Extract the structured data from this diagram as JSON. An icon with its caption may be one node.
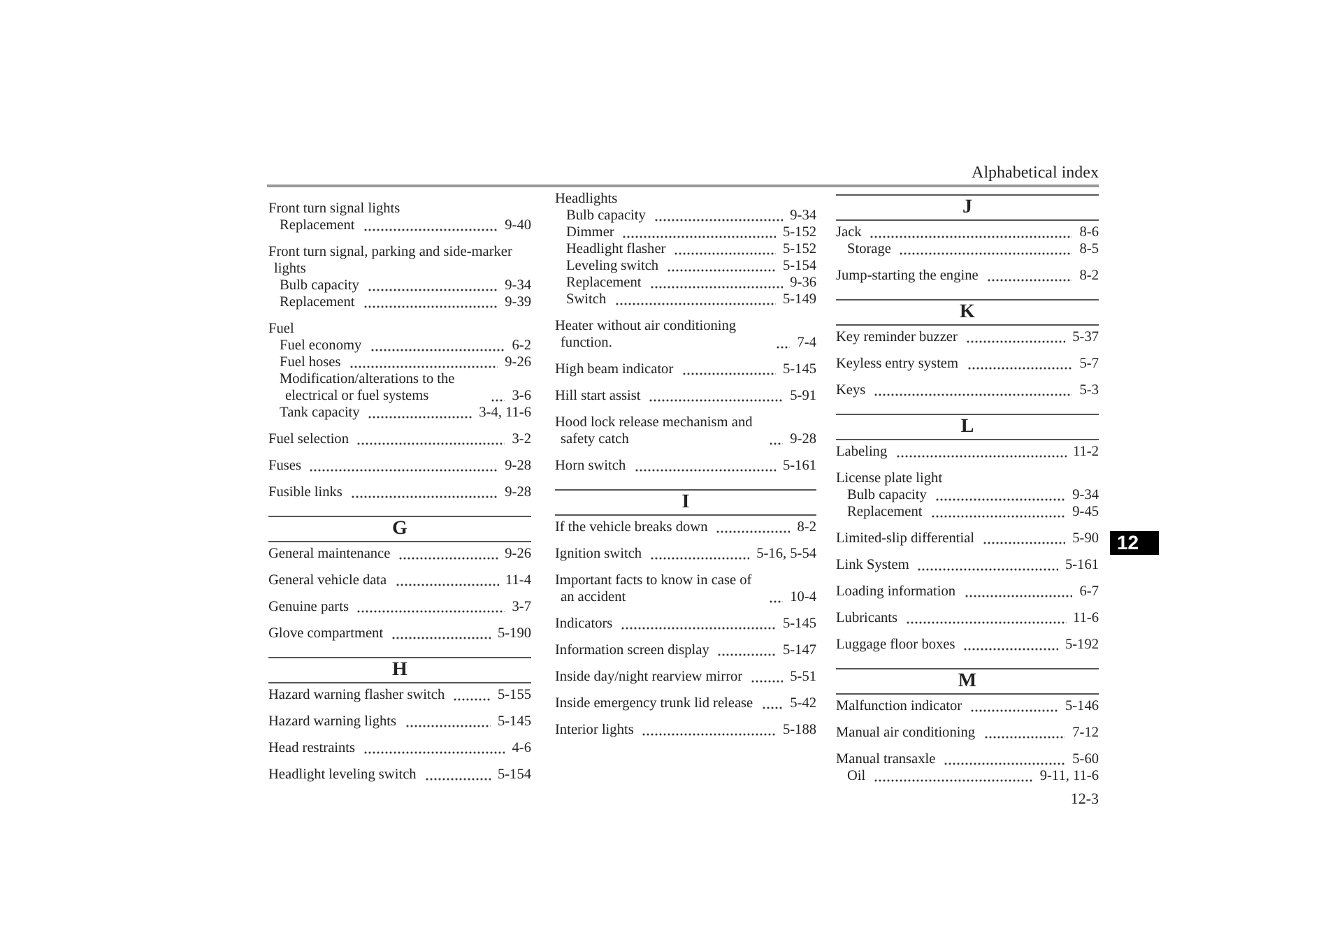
{
  "diagram": {
    "title": "Alphabetical index",
    "labels": [
      "Front turn signal lights",
      "Replacement",
      "9-40",
      "Front turn signal, parking and side-marker lights",
      "Bulb capacity",
      "9-34",
      "Replacement",
      "9-39",
      "Fuel",
      "Fuel economy",
      "6-2",
      "Fuel hoses",
      "9-26",
      "Modification/alterations to the electrical or fuel systems",
      "3-6",
      "Tank capacity",
      "3-4, 11-6",
      "Fuel selection",
      "3-2",
      "Fuses",
      "9-28",
      "Fusible links",
      "9-28",
      "G",
      "General maintenance",
      "9-26",
      "General vehicle data",
      "11-4",
      "Genuine parts",
      "3-7",
      "Glove compartment",
      "5-190",
      "H",
      "Hazard warning flasher switch",
      "5-155",
      "Hazard warning lights",
      "5-145",
      "Head restraints",
      "4-6",
      "Headlight leveling switch",
      "5-154",
      "Headlights",
      "Bulb capacity",
      "9-34",
      "Dimmer",
      "5-152",
      "Headlight flasher",
      "5-152",
      "Leveling switch",
      "5-154",
      "Replacement",
      "9-36",
      "Switch",
      "5-149",
      "Heater without air conditioning function.",
      "7-4",
      "High beam indicator",
      "5-145",
      "Hill start assist",
      "5-91",
      "Hood lock release mechanism and safety catch",
      "9-28",
      "Horn switch",
      "5-161",
      "I",
      "If the vehicle breaks down",
      "8-2",
      "Ignition switch",
      "5-16, 5-54",
      "Important facts to know in case of an accident",
      "10-4",
      "Indicators",
      "5-145",
      "Information screen display",
      "5-147",
      "Inside day/night rearview mirror",
      "5-51",
      "Inside emergency trunk lid release",
      "5-42",
      "Interior lights",
      "5-188",
      "J",
      "Jack",
      "8-6",
      "Storage",
      "8-5",
      "Jump-starting the engine",
      "8-2",
      "K",
      "Key reminder buzzer",
      "5-37",
      "Keyless entry system",
      "5-7",
      "Keys",
      "5-3",
      "L",
      "Labeling",
      "11-2",
      "License plate light",
      "Bulb capacity",
      "9-34",
      "Replacement",
      "9-45",
      "Limited-slip differential",
      "5-90",
      "Link System",
      "5-161",
      "Loading information",
      "6-7",
      "Lubricants",
      "11-6",
      "Luggage floor boxes",
      "5-192",
      "M",
      "Malfunction indicator",
      "5-146",
      "Manual air conditioning",
      "7-12",
      "Manual transaxle",
      "5-60",
      "Oil",
      "9-11, 11-6",
      "12",
      "12-3"
    ]
  }
}
